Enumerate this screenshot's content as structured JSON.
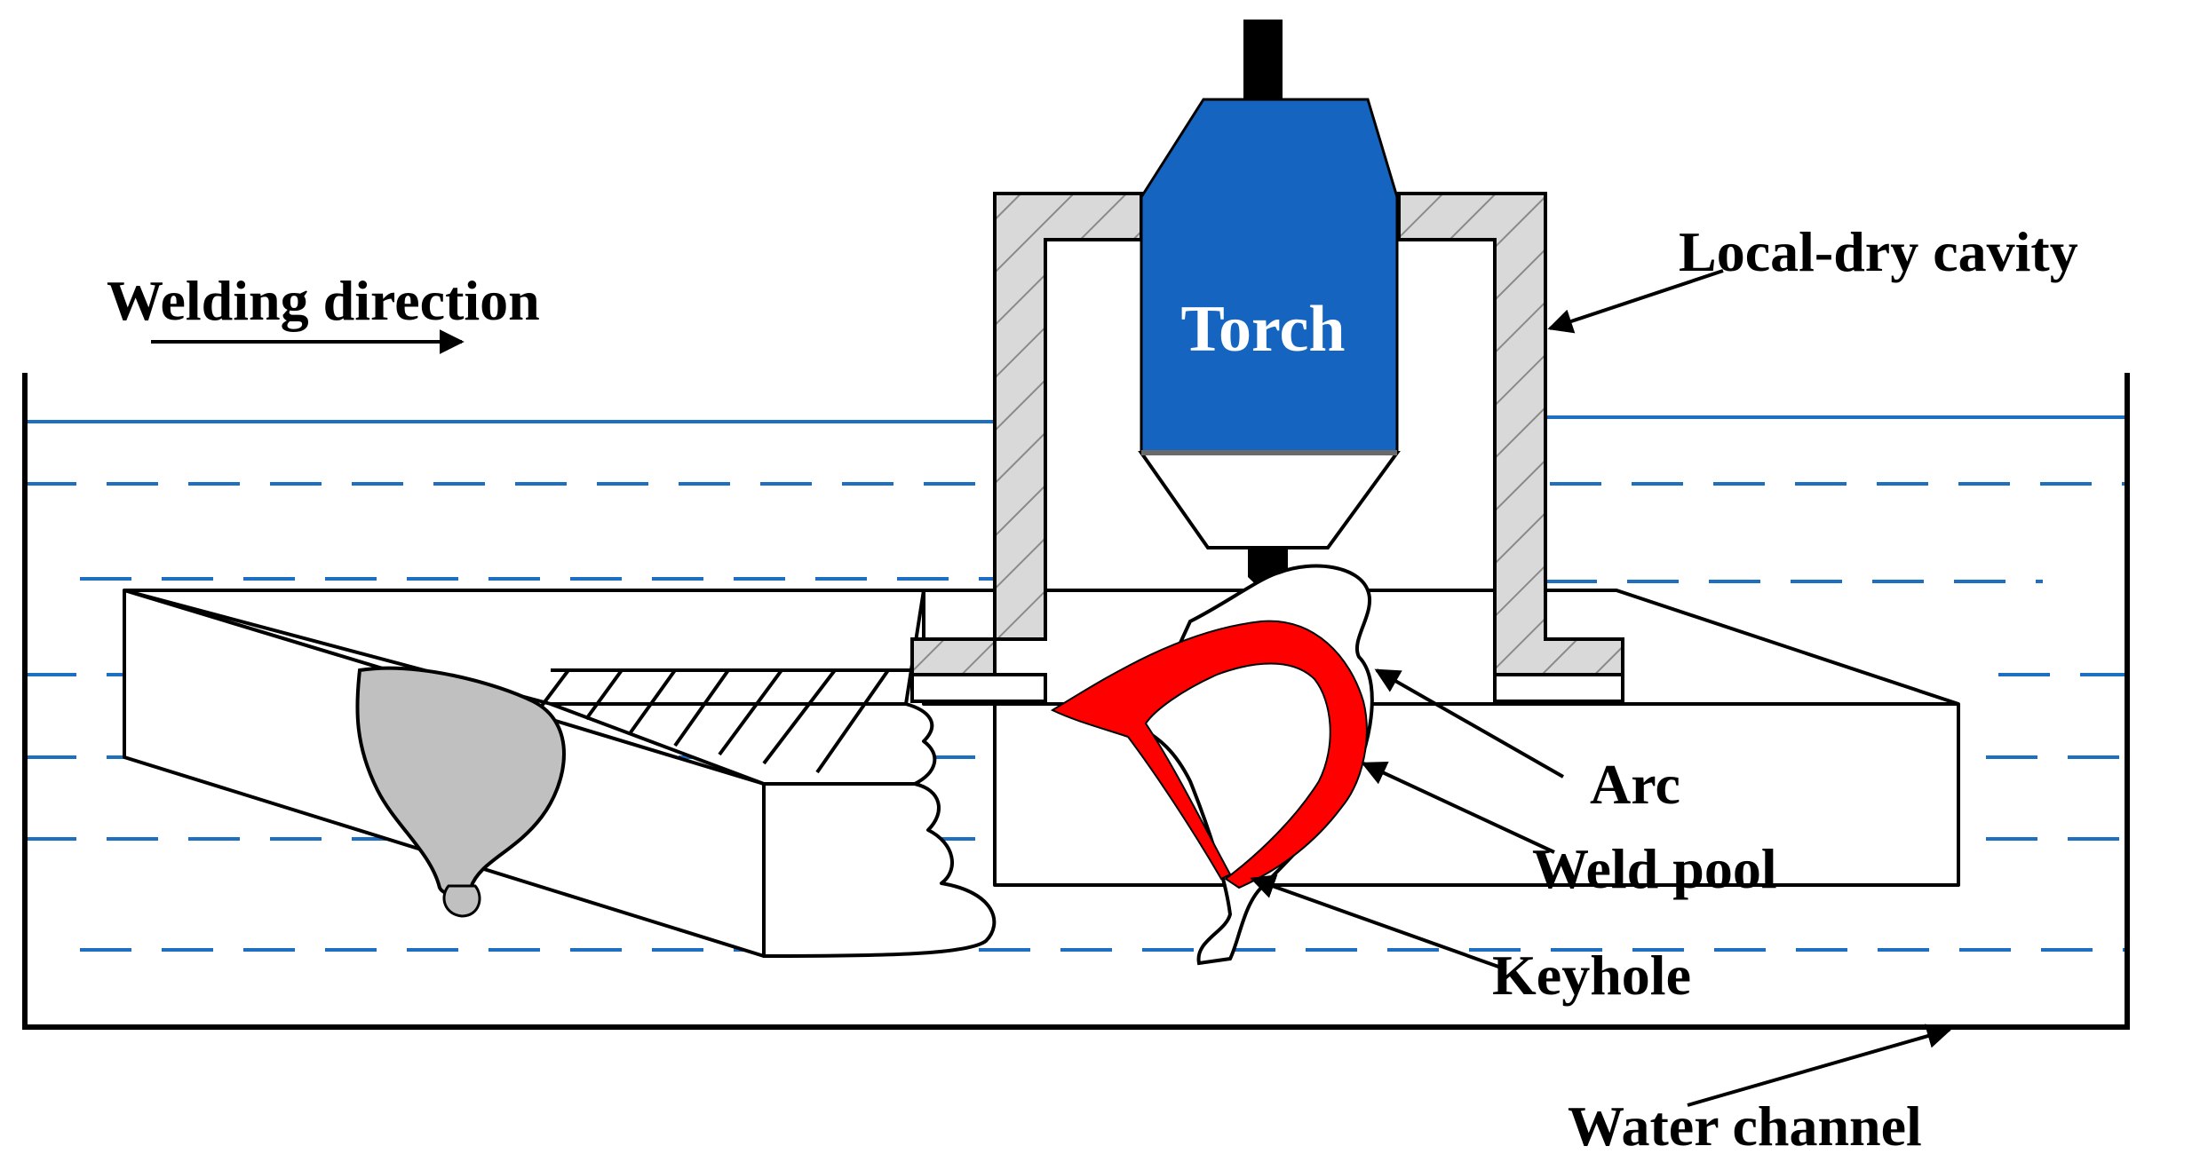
{
  "labels": {
    "welding_direction": "Welding direction",
    "torch": "Torch",
    "local_dry_cavity": "Local-dry cavity",
    "arc": "Arc",
    "weld_pool": "Weld pool",
    "keyhole": "Keyhole",
    "water_channel": "Water channel"
  },
  "colors": {
    "water": "#1f6fc0",
    "torch": "#1565c0",
    "torch_nozzle": "#6a6a6a",
    "cavity_wall": "#d9d9d9",
    "weld_pool": "#ff0000",
    "cross_section": "#c0c0c0",
    "outline": "#000000"
  }
}
